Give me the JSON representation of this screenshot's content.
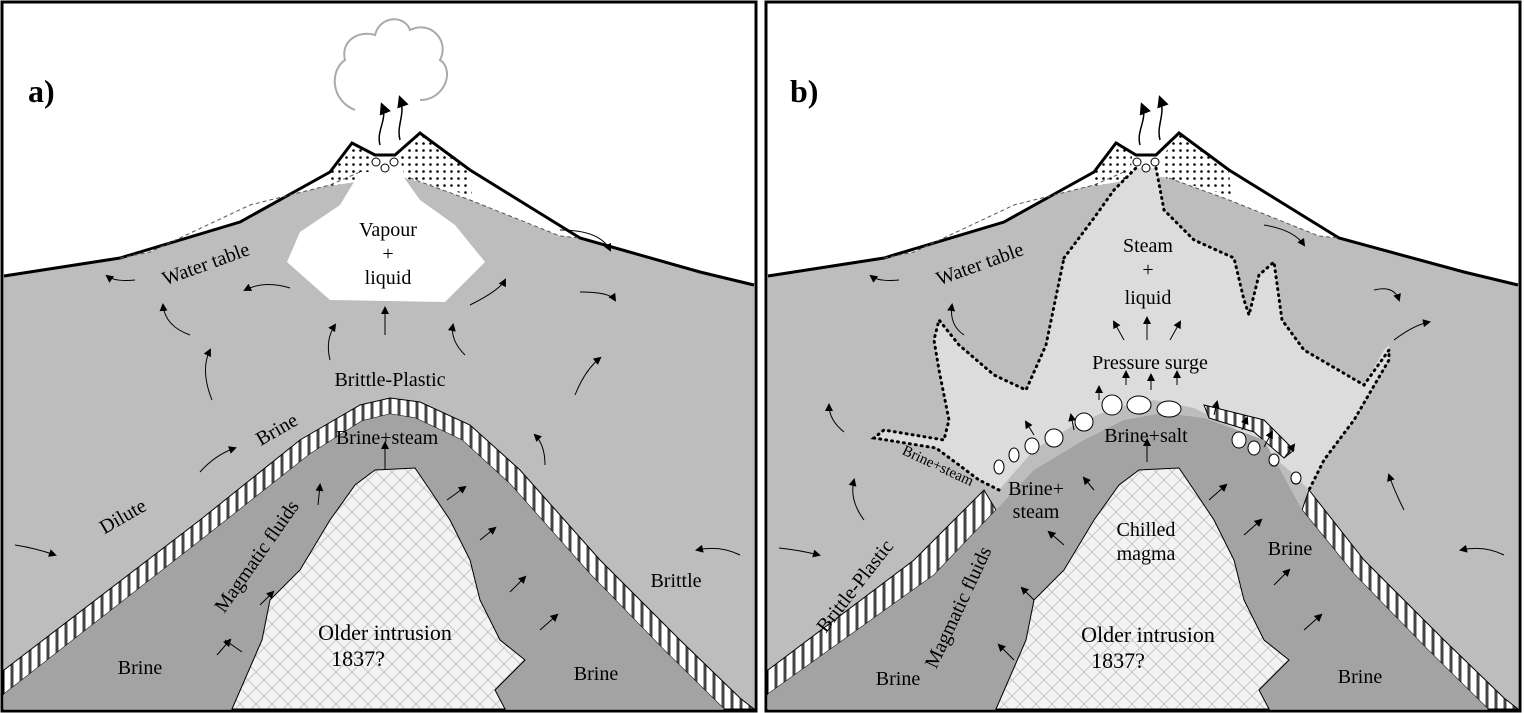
{
  "panel_a": {
    "label": "a)",
    "vapour": "Vapour",
    "plus": "+",
    "liquid": "liquid",
    "water_table": "Water table",
    "brittle_plastic": "Brittle-Plastic",
    "brine_top": "Brine",
    "brine_steam": "Brine+steam",
    "dilute": "Dilute",
    "magmatic_fluids": "Magmatic fluids",
    "brittle": "Brittle",
    "older_intrusion": "Older intrusion",
    "year": "1837?",
    "brine_left": "Brine",
    "brine_right": "Brine"
  },
  "panel_b": {
    "label": "b)",
    "steam": "Steam",
    "plus": "+",
    "liquid": "liquid",
    "water_table": "Water table",
    "pressure_surge": "Pressure surge",
    "brine_salt": "Brine+salt",
    "brine_steam_small": "Brine+steam",
    "brine_plus": "Brine+",
    "steam2": "steam",
    "chilled": "Chilled",
    "magma": "magma",
    "brine_mid_right": "Brine",
    "brittle_plastic": "Brittle-Plastic",
    "magmatic_fluids": "Magmatic fluids",
    "older_intrusion": "Older intrusion",
    "year": "1837?",
    "brine_left": "Brine",
    "brine_right": "Brine"
  },
  "colors": {
    "light_gray": "#bdbdbd",
    "dark_gray": "#a3a3a3",
    "pale_gray": "#dcdcdc",
    "intrusion": "#f2f2f2"
  }
}
